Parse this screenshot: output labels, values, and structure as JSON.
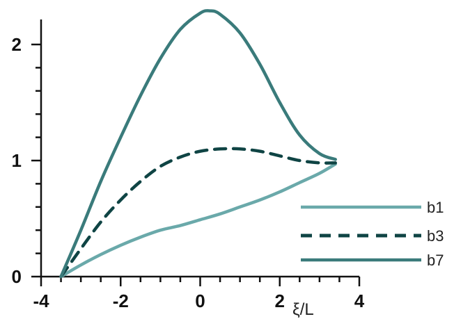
{
  "chart_data": {
    "type": "line",
    "title": "",
    "xlabel": "ξ/L",
    "ylabel": "",
    "xlim": [
      -4,
      4
    ],
    "ylim": [
      0,
      2.2
    ],
    "x_ticks": [
      -4,
      -2,
      0,
      2,
      4
    ],
    "y_ticks": [
      0,
      1,
      2
    ],
    "legend_position": "right",
    "grid": false,
    "series": [
      {
        "name": "b1",
        "color": "#6aa9aa",
        "dash": "solid",
        "points": [
          [
            -3.5,
            0
          ],
          [
            -3.0,
            0.1
          ],
          [
            -2.5,
            0.19
          ],
          [
            -2.0,
            0.27
          ],
          [
            -1.5,
            0.34
          ],
          [
            -1.0,
            0.4
          ],
          [
            -0.5,
            0.44
          ],
          [
            0.0,
            0.49
          ],
          [
            0.5,
            0.54
          ],
          [
            1.0,
            0.6
          ],
          [
            1.5,
            0.66
          ],
          [
            2.0,
            0.73
          ],
          [
            2.5,
            0.81
          ],
          [
            3.0,
            0.89
          ],
          [
            3.4,
            0.97
          ]
        ]
      },
      {
        "name": "b3",
        "color": "#0f4444",
        "dash": "dashed",
        "points": [
          [
            -3.5,
            0
          ],
          [
            -3.0,
            0.24
          ],
          [
            -2.5,
            0.47
          ],
          [
            -2.0,
            0.66
          ],
          [
            -1.5,
            0.82
          ],
          [
            -1.0,
            0.95
          ],
          [
            -0.5,
            1.03
          ],
          [
            0.0,
            1.08
          ],
          [
            0.5,
            1.1
          ],
          [
            1.0,
            1.1
          ],
          [
            1.5,
            1.08
          ],
          [
            2.0,
            1.04
          ],
          [
            2.5,
            1.0
          ],
          [
            3.0,
            0.98
          ],
          [
            3.4,
            0.98
          ]
        ]
      },
      {
        "name": "b7",
        "color": "#3a7b7b",
        "dash": "solid",
        "points": [
          [
            -3.5,
            0
          ],
          [
            -3.0,
            0.4
          ],
          [
            -2.5,
            0.82
          ],
          [
            -2.0,
            1.2
          ],
          [
            -1.5,
            1.56
          ],
          [
            -1.0,
            1.88
          ],
          [
            -0.5,
            2.13
          ],
          [
            0.0,
            2.27
          ],
          [
            0.25,
            2.29
          ],
          [
            0.5,
            2.26
          ],
          [
            1.0,
            2.1
          ],
          [
            1.5,
            1.83
          ],
          [
            2.0,
            1.5
          ],
          [
            2.5,
            1.22
          ],
          [
            3.0,
            1.06
          ],
          [
            3.4,
            1.01
          ]
        ]
      }
    ]
  }
}
